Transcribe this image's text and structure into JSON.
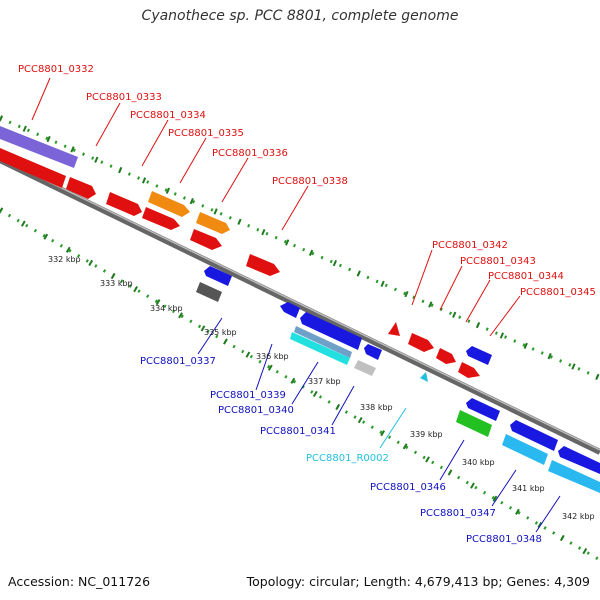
{
  "title": "Cyanothece sp. PCC 8801, complete genome",
  "footer": {
    "accession": "Accession: NC_011726",
    "topology": "Topology: circular; Length: 4,679,413 bp; Genes: 4,309"
  },
  "colors": {
    "forward_label": "#e01010",
    "reverse_label": "#1010c0",
    "rna_label": "#22c0e0",
    "backbone": "#888888",
    "ticks": "#207a20"
  },
  "scale_labels": [
    "332 kbp",
    "333 kbp",
    "334 kbp",
    "335 kbp",
    "336 kbp",
    "337 kbp",
    "338 kbp",
    "339 kbp",
    "340 kbp",
    "341 kbp",
    "342 kbp"
  ],
  "forward_genes": [
    "PCC8801_0332",
    "PCC8801_0333",
    "PCC8801_0334",
    "PCC8801_0335",
    "PCC8801_0336",
    "PCC8801_0338",
    "PCC8801_0342",
    "PCC8801_0343",
    "PCC8801_0344",
    "PCC8801_0345"
  ],
  "reverse_genes": [
    "PCC8801_0337",
    "PCC8801_0339",
    "PCC8801_0340",
    "PCC8801_0341",
    "PCC8801_R0002",
    "PCC8801_0346",
    "PCC8801_0347",
    "PCC8801_0348"
  ]
}
